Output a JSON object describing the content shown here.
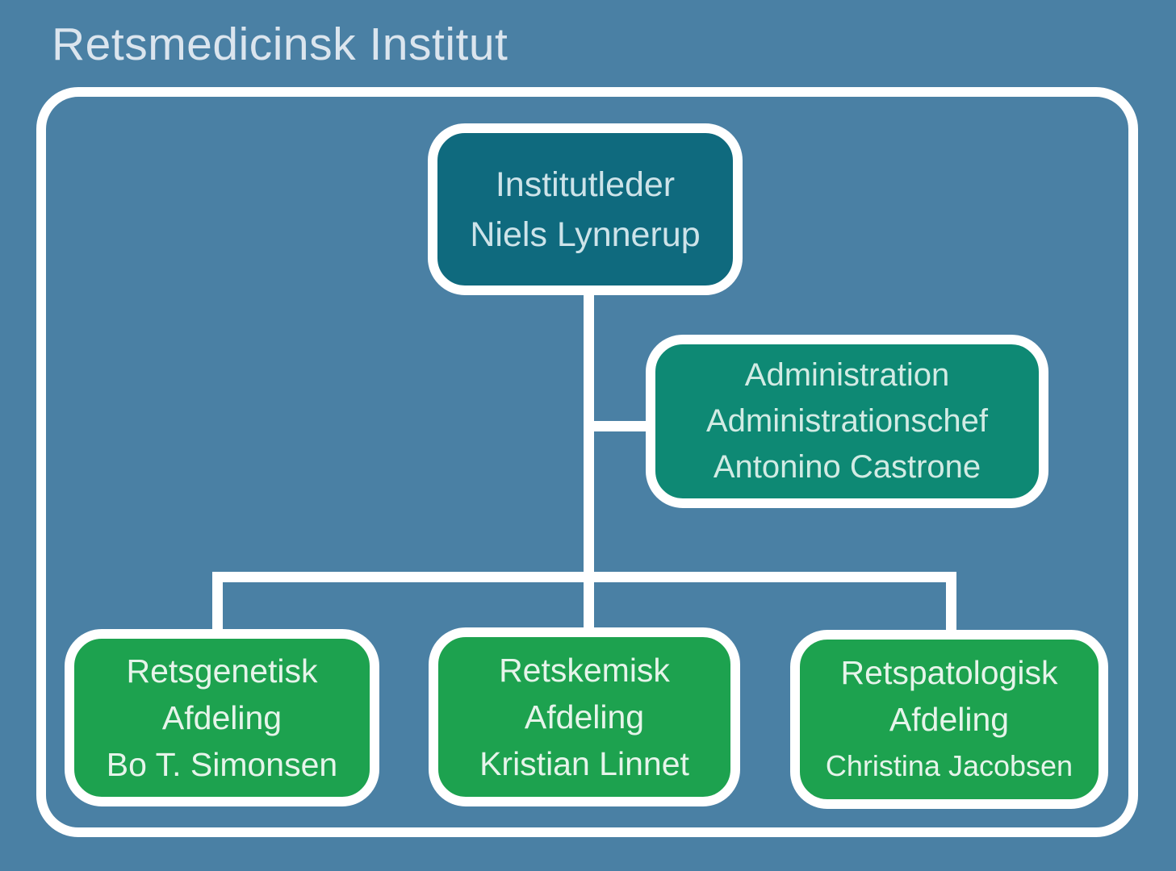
{
  "title": "Retsmedicinsk Institut",
  "colors": {
    "background": "#4a80a4",
    "leader_box": "#0f6a7e",
    "admin_box": "#0e8974",
    "department_box": "#1da24f",
    "line": "#ffffff",
    "title_text": "#dbe5ee",
    "leader_text": "#cde3e9",
    "admin_text": "#d2ebe4",
    "department_text": "#e6f4ea"
  },
  "org": {
    "leader": {
      "role": "Institutleder",
      "name": "Niels Lynnerup"
    },
    "admin": {
      "unit": "Administration",
      "role": "Administrationschef",
      "name": "Antonino Castrone"
    },
    "departments": [
      {
        "line1": "Retsgenetisk",
        "line2": "Afdeling",
        "name": "Bo T. Simonsen"
      },
      {
        "line1": "Retskemisk",
        "line2": "Afdeling",
        "name": "Kristian Linnet"
      },
      {
        "line1": "Retspatologisk",
        "line2": "Afdeling",
        "name": "Christina Jacobsen"
      }
    ]
  }
}
